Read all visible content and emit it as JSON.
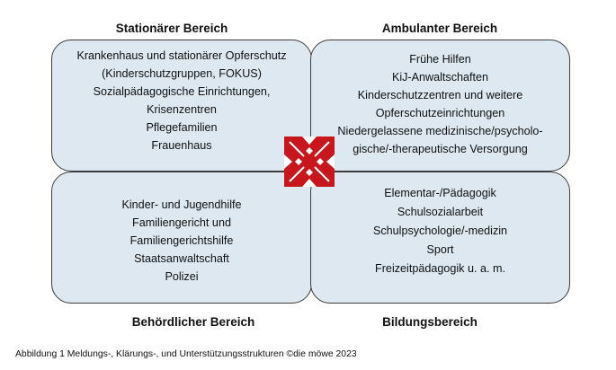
{
  "quadrants": {
    "top_left": {
      "heading": "Stationärer Bereich",
      "lines": [
        "Krankenhaus und stationärer Opferschutz",
        "(Kinderschutzgruppen, FOKUS)",
        "Sozialpädagogische Einrichtungen,",
        "Krisenzentren",
        "Pflegefamilien",
        "Frauenhaus"
      ]
    },
    "top_right": {
      "heading": "Ambulanter Bereich",
      "lines": [
        "Frühe Hilfen",
        "KiJ-Anwaltschaften",
        "Kinderschutzzentren und weitere",
        "Opferschutzeinrichtungen",
        "Niedergelassene medizinische/psycholo-",
        "gische/-therapeutische Versorgung"
      ]
    },
    "bottom_left": {
      "heading": "Behördlicher Bereich",
      "lines": [
        "Kinder- und Jugendhilfe",
        "Familiengericht und",
        "Familiengerichtshilfe",
        "Staatsanwaltschaft",
        "Polizei"
      ]
    },
    "bottom_right": {
      "heading": "Bildungsbereich",
      "lines": [
        "Elementar-/Pädagogik",
        "Schulsozialarbeit",
        "Schulpsychologie/-medizin",
        "Sport",
        "Freizeitpädagogik u. a. m."
      ]
    }
  },
  "logo": {
    "icon": "die-moewe-logo-icon",
    "color": "#c8161d"
  },
  "colors": {
    "box_fill": "#dde8f0",
    "box_border": "#3c3c3c"
  },
  "caption": "Abbildung 1 Meldungs-, Klärungs-, und Unterstützungsstrukturen ©die möwe 2023"
}
